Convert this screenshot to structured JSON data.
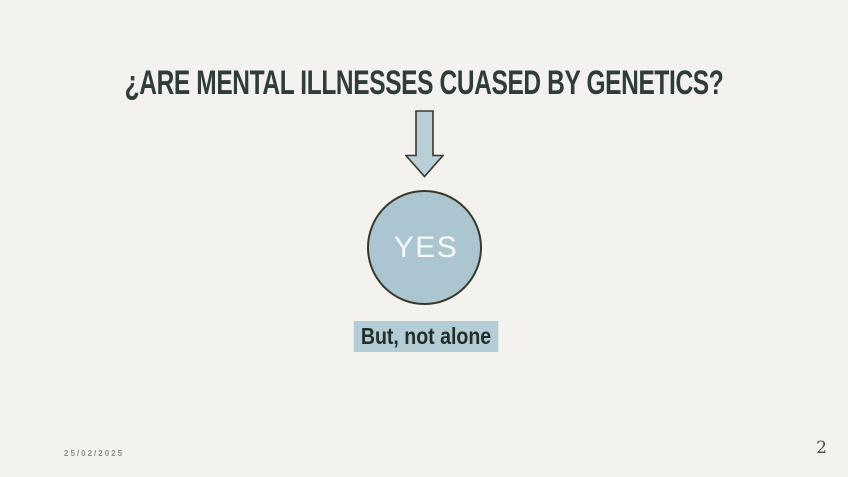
{
  "slide": {
    "title": "¿ARE MENTAL ILLNESSES CUASED BY GENETICS?",
    "answer_circle": {
      "label": "YES"
    },
    "caption": {
      "text": "But, not alone"
    },
    "footer": {
      "date": "25/02/2025",
      "page_number": "2"
    }
  },
  "icons": {
    "arrow_down": "block-arrow-down"
  },
  "colors": {
    "background": "#f3f2ef",
    "title": "#2f3c38",
    "shape_stroke": "#3a382a",
    "arrow_fill": "#b9cfd8",
    "circle_fill": "#abc6d1",
    "circle_label": "#f7f9f8",
    "highlight_bg": "#b3ccd5",
    "caption_text": "#232d2a",
    "date_text": "#8f8f8b",
    "page_number": "#4c4c4a"
  }
}
